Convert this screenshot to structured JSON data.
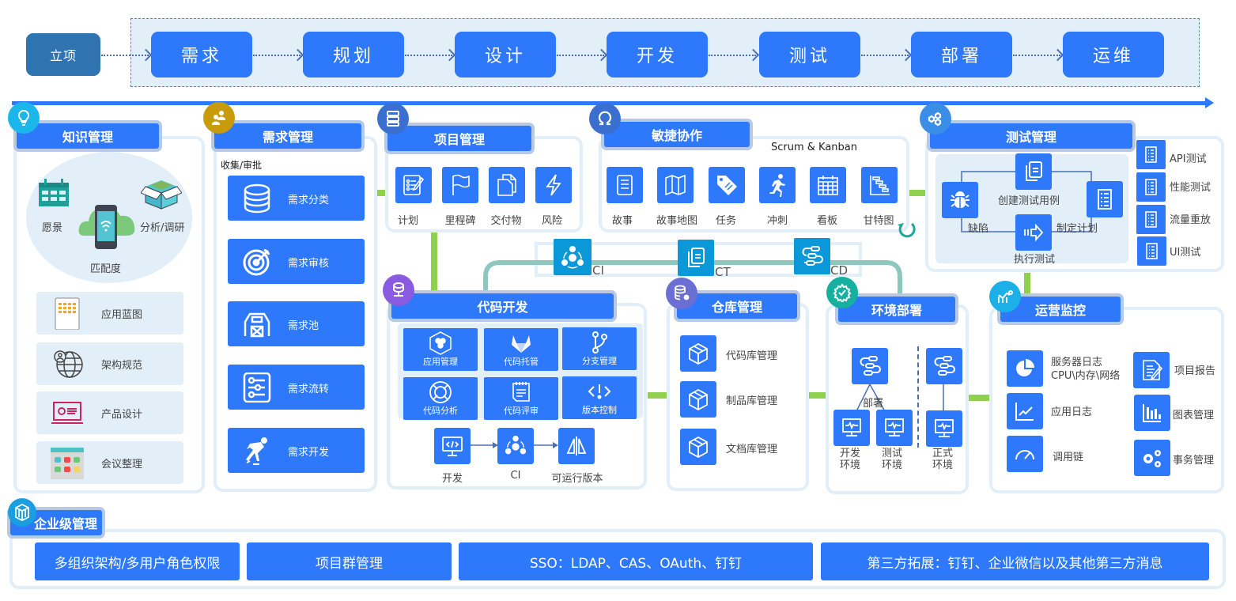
{
  "flow": {
    "start": "立项",
    "stages": [
      "需求",
      "规划",
      "设计",
      "开发",
      "测试",
      "部署",
      "运维"
    ]
  },
  "knowledge": {
    "title": "知识管理",
    "cluster": [
      "愿景",
      "分析/调研",
      "匹配度"
    ],
    "items": [
      "应用蓝图",
      "架构规范",
      "产品设计",
      "会议整理"
    ]
  },
  "requirements": {
    "title": "需求管理",
    "subtitle": "收集/审批",
    "items": [
      "需求分类",
      "需求审核",
      "需求池",
      "需求流转",
      "需求开发"
    ]
  },
  "project": {
    "title": "项目管理",
    "items": [
      "计划",
      "里程碑",
      "交付物",
      "风险"
    ]
  },
  "agile": {
    "title": "敏捷协作",
    "subtitle": "Scrum & Kanban",
    "items": [
      "故事",
      "故事地图",
      "任务",
      "冲刺",
      "看板",
      "甘特图"
    ]
  },
  "pipeline": {
    "items": [
      "CI",
      "CT",
      "CD"
    ]
  },
  "testing": {
    "title": "测试管理",
    "cycle": {
      "create": "创建测试用例",
      "plan": "制定计划",
      "execute": "执行测试",
      "defect": "缺陷"
    },
    "types": [
      "API测试",
      "性能测试",
      "流量重放",
      "UI测试"
    ]
  },
  "code": {
    "title": "代码开发",
    "grid": [
      "应用管理",
      "代码托管",
      "分支管理",
      "代码分析",
      "代码评审",
      "版本控制"
    ],
    "flow": [
      "开发",
      "CI",
      "可运行版本"
    ]
  },
  "repo": {
    "title": "仓库管理",
    "items": [
      "代码库管理",
      "制品库管理",
      "文档库管理"
    ]
  },
  "env": {
    "title": "环境部署",
    "deploy": "部署",
    "envs": [
      "开发\n环境",
      "测试\n环境",
      "正式\n环境"
    ],
    "env_lines": [
      [
        "开发",
        "环境"
      ],
      [
        "测试",
        "环境"
      ],
      [
        "正式",
        "环境"
      ]
    ]
  },
  "ops": {
    "title": "运营监控",
    "left": [
      "服务器日志",
      "CPU\\内存\\网络",
      "应用日志",
      "调用链"
    ],
    "right": [
      "项目报告",
      "图表管理",
      "事务管理"
    ]
  },
  "enterprise": {
    "title": "企业级管理",
    "items": [
      "多组织架构/多用户角色权限",
      "项目群管理",
      "SSO：LDAP、CAS、OAuth、钉钉",
      "第三方拓展：钉钉、企业微信以及其他第三方消息"
    ]
  },
  "colors": {
    "primary": "#2e78fb",
    "start": "#2f73b1",
    "panel_border": "#e3eff8",
    "green_link": "#8fd14f",
    "teal_link": "#8ec7bf",
    "pipeline_tile": "#0b98d9"
  }
}
